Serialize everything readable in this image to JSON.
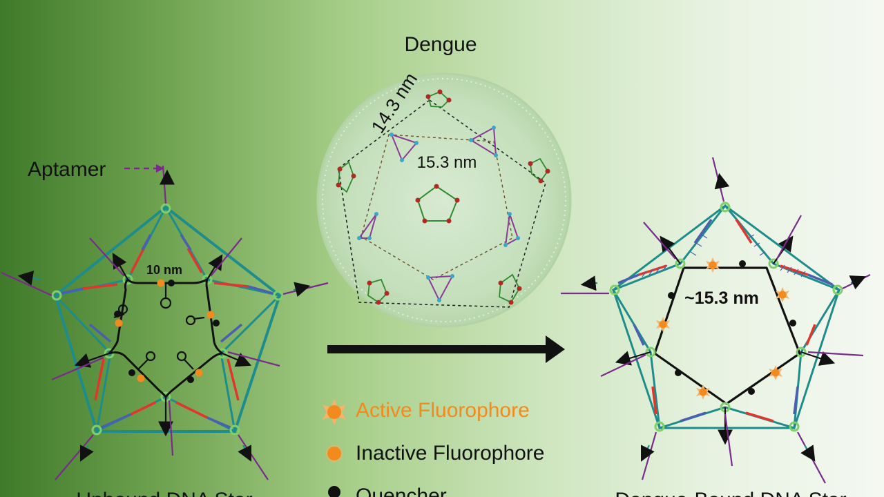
{
  "virus": {
    "title": "Dengue",
    "edge_label": "14.3 nm",
    "span_label": "15.3 nm"
  },
  "left_star": {
    "caption": "Unbound DNA Star",
    "aptamer_label": "Aptamer",
    "distance_label": "10 nm"
  },
  "right_star": {
    "caption": "Dengue-Bound DNA Star",
    "distance_label": "~15.3 nm"
  },
  "legend": [
    {
      "label": "Active Fluorophore",
      "color": "#f28a1e"
    },
    {
      "label": "Inactive Fluorophore",
      "color": "#1a1a1a"
    },
    {
      "label": "Quencher",
      "color": "#1a1a1a"
    }
  ],
  "colors": {
    "teal": "#1f8c8c",
    "red": "#e2352b",
    "blue": "#4a5fb0",
    "purple": "#7a2a8c",
    "green_node": "#7fd06a",
    "fluorophore": "#f28a1e",
    "quencher": "#111111"
  }
}
